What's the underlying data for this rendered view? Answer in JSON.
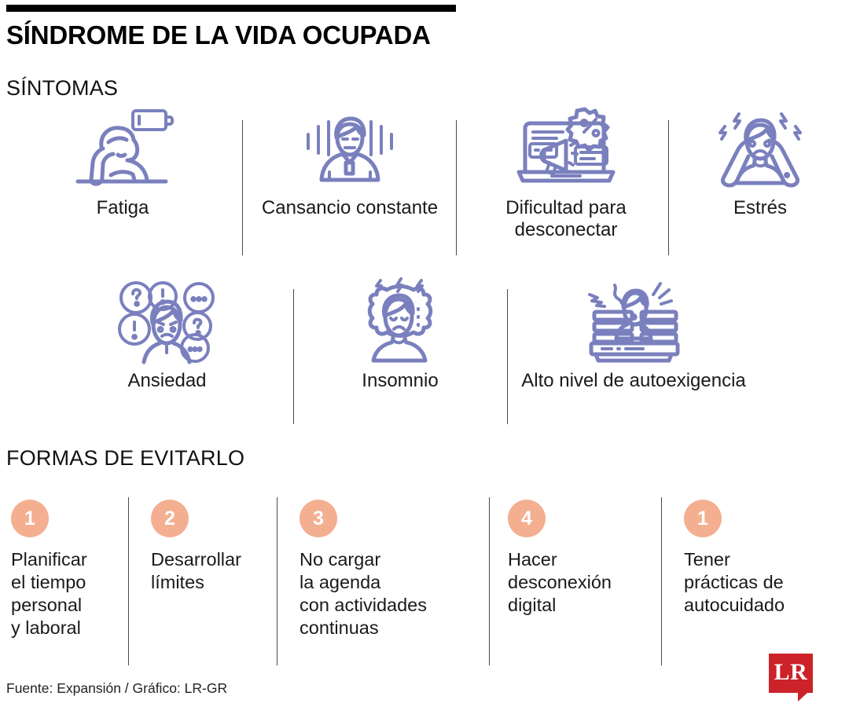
{
  "header": {
    "title": "SÍNDROME DE LA VIDA OCUPADA",
    "rule_color": "#000000"
  },
  "sections": {
    "symptoms_title": "SÍNTOMAS",
    "tips_title": "FORMAS DE EVITARLO"
  },
  "colors": {
    "icon_stroke": "#7a80bd",
    "badge_fill": "#f4af90",
    "badge_text": "#ffffff",
    "logo_red": "#cc2229",
    "divider": "#4a4a4a",
    "text": "#1a1a1a"
  },
  "symptoms": [
    {
      "label": "Fatiga",
      "icon": "tired-person-desk-battery-icon"
    },
    {
      "label": "Cansancio\nconstante",
      "icon": "person-vibration-lines-icon"
    },
    {
      "label": "Dificultad para\ndesconectar",
      "icon": "laptop-megaphone-notifications-icon"
    },
    {
      "label": "Estrés",
      "icon": "head-in-hands-lightning-icon"
    },
    {
      "label": "Ansiedad",
      "icon": "face-speech-bubbles-question-icon"
    },
    {
      "label": "Insomnio",
      "icon": "sad-face-pillow-lightning-icon"
    },
    {
      "label": "Alto nivel de\nautoexigencia",
      "icon": "person-buried-paper-stacks-icon"
    }
  ],
  "tips": [
    {
      "number": "1",
      "text": "Planificar\nel tiempo\npersonal\ny laboral"
    },
    {
      "number": "2",
      "text": "Desarrollar\nlímites"
    },
    {
      "number": "3",
      "text": "No cargar\nla agenda\ncon actividades\ncontinuas"
    },
    {
      "number": "4",
      "text": "Hacer\ndesconexión\ndigital"
    },
    {
      "number": "1",
      "text": "Tener\nprácticas de\nautocuidado"
    }
  ],
  "footer": {
    "source": "Fuente: Expansión / Gráfico: LR-GR",
    "logo_text": "LR"
  }
}
